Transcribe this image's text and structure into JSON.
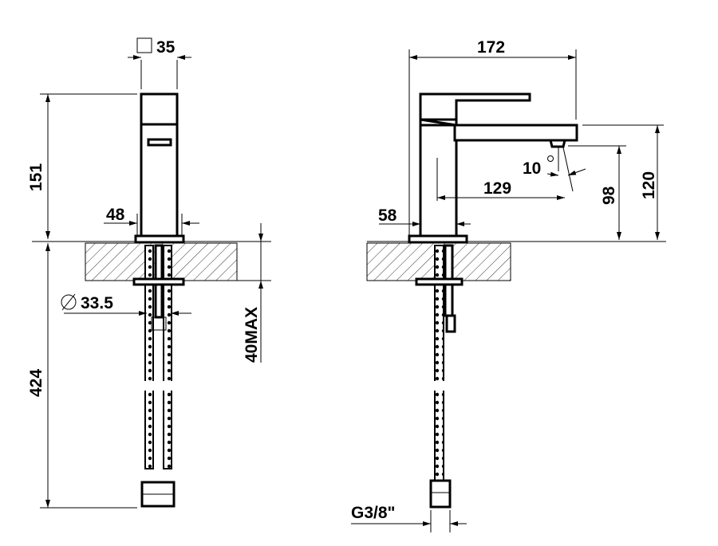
{
  "front_view": {
    "spout_square": "35",
    "height": "151",
    "base_width": "48",
    "hole_diameter": "33.5",
    "deck_thickness": "40MAX",
    "hose_length": "424"
  },
  "side_view": {
    "total_depth": "172",
    "spout_height": "120",
    "outlet_height": "98",
    "spout_reach": "129",
    "spray_angle": "10",
    "base_depth": "58",
    "connection": "G3/8\""
  }
}
